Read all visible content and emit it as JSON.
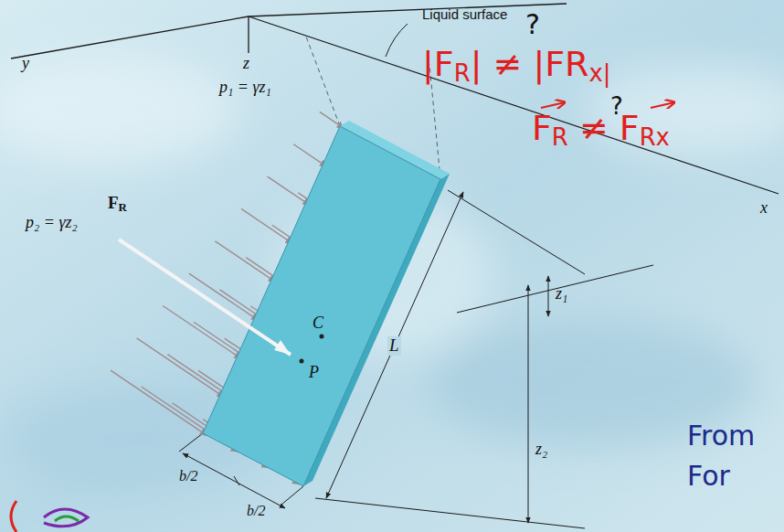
{
  "diagram": {
    "labels": [
      "Liquid surface",
      "z",
      "y",
      "x",
      "p₁ = γz₁",
      "FR",
      "C",
      "P",
      "p₂ = γz₂",
      "L",
      "z₁",
      "z₂",
      "b/2",
      "b/2",
      "|FR| ≠ |FRx|",
      "?",
      "FR ≠ FRx",
      "?",
      "From",
      "For"
    ]
  }
}
